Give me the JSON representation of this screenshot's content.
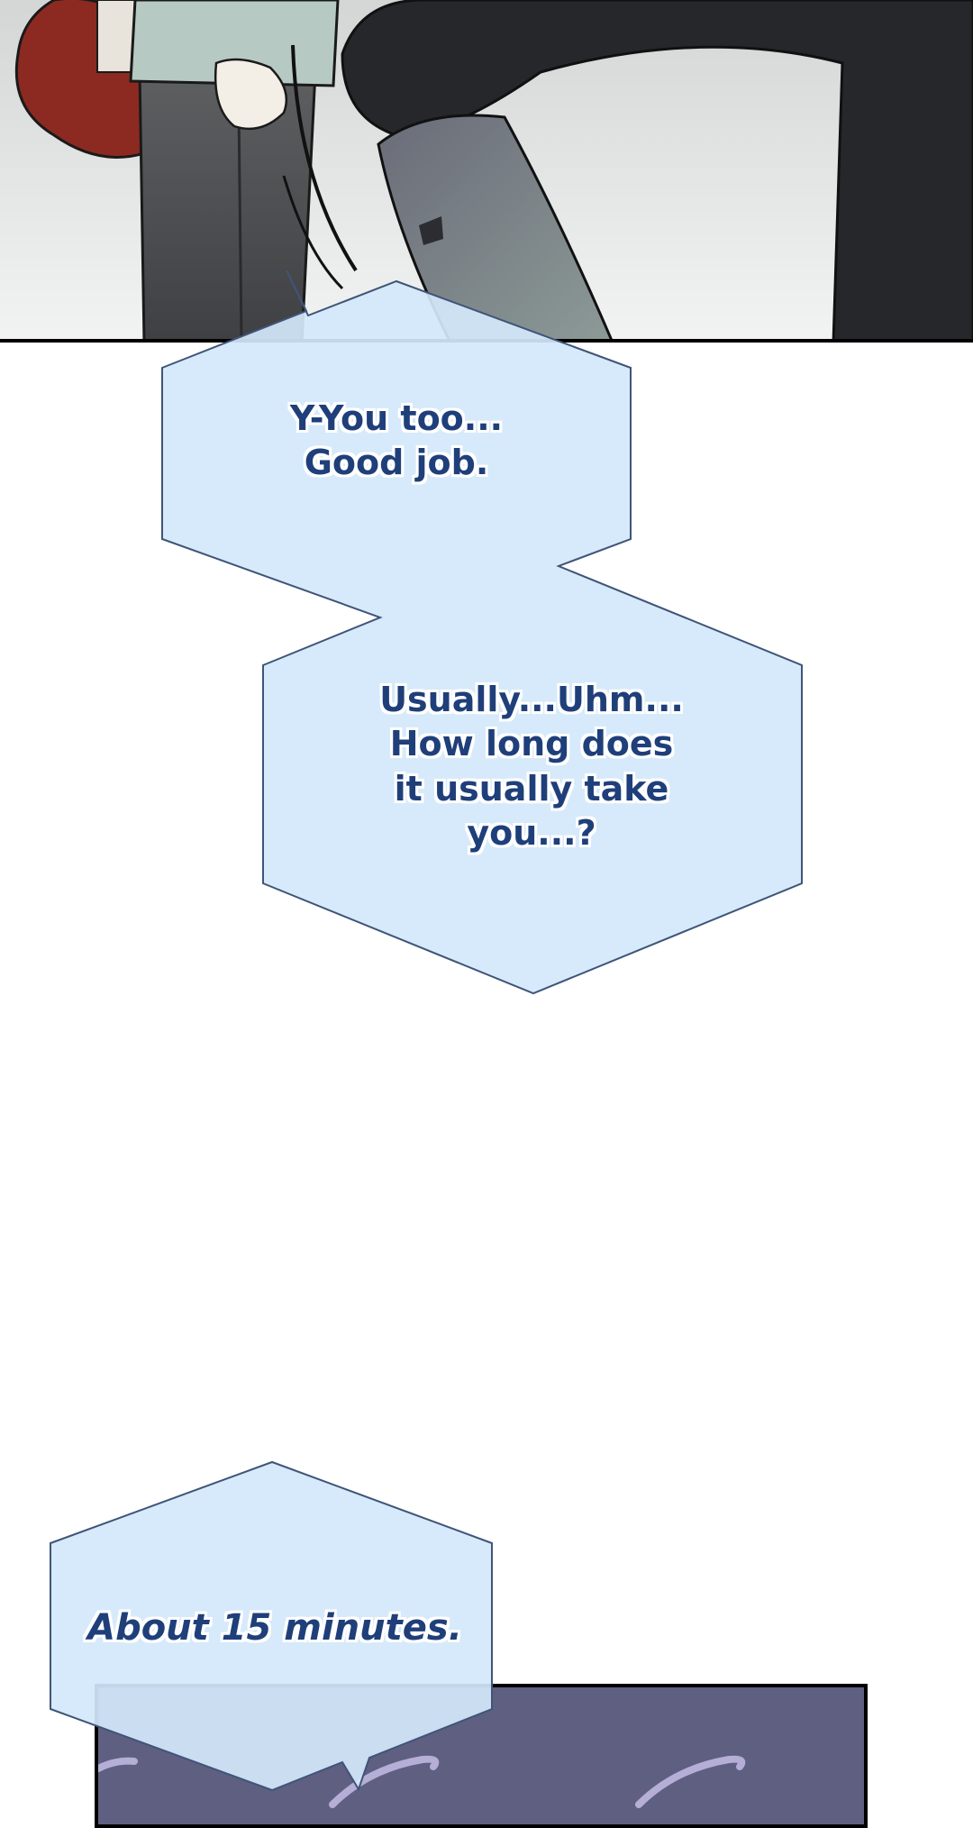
{
  "panels": {
    "top": {
      "description_icon": "comic-panel-art"
    },
    "bottom": {
      "description_icon": "comic-panel-art"
    }
  },
  "dialogue": {
    "bubble_1": "Y-You too...\nGood job.",
    "bubble_2": "Usually...Uhm...\nHow long does\nit usually take\nyou...?",
    "bubble_3": "About 15 minutes."
  },
  "colors": {
    "bubble_fill": "#d4e8fb",
    "bubble_stroke": "#3f5578",
    "text": "#1f3f7a",
    "border": "#000000"
  }
}
